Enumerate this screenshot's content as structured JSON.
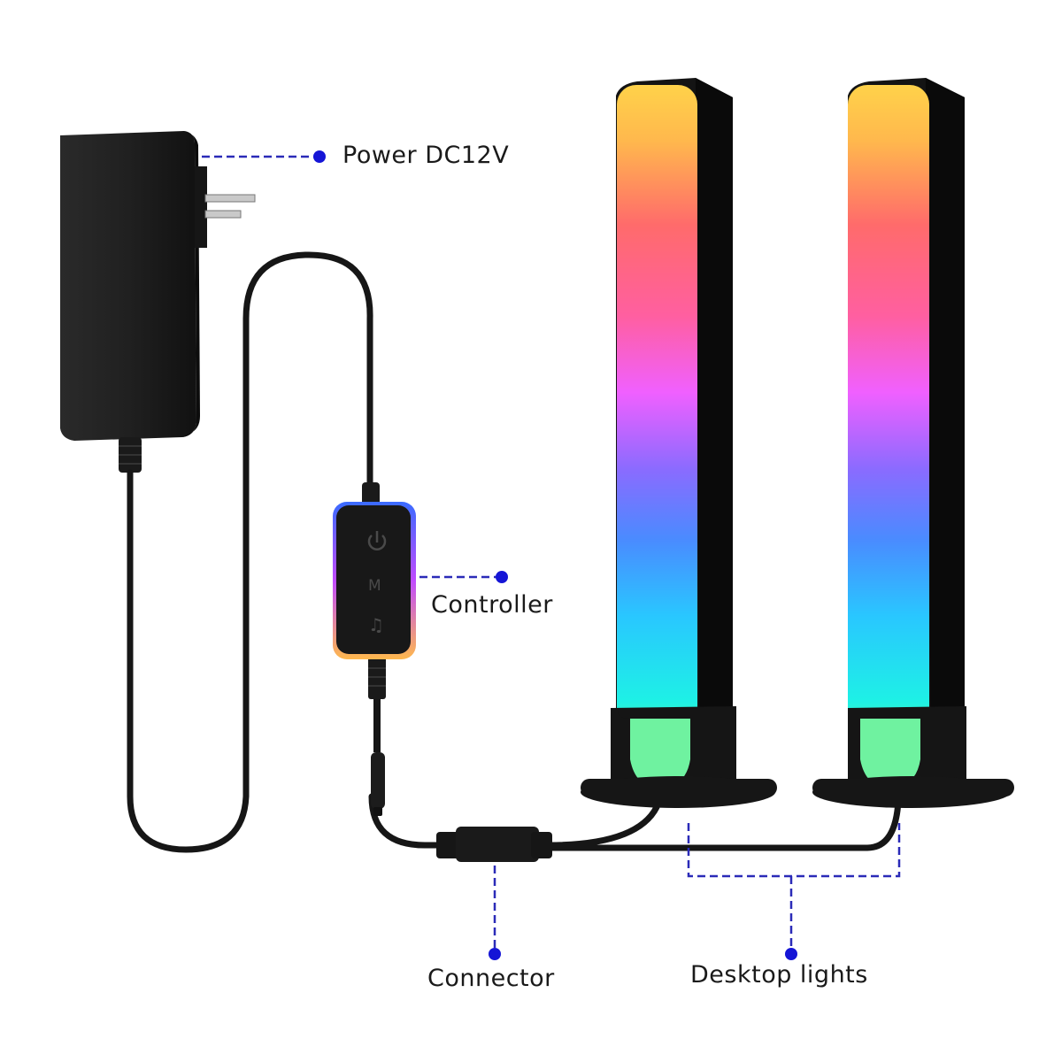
{
  "labels": {
    "power": "Power DC12V",
    "controller": "Controller",
    "connector": "Connector",
    "desktop_lights": "Desktop lights"
  },
  "colors": {
    "callout_line": "#2b2bb8",
    "callout_dot": "#1515d6",
    "device_body": "#1c1c1c",
    "cable": "#161616"
  },
  "icons": [
    "power-icon",
    "mode-icon",
    "music-icon"
  ]
}
